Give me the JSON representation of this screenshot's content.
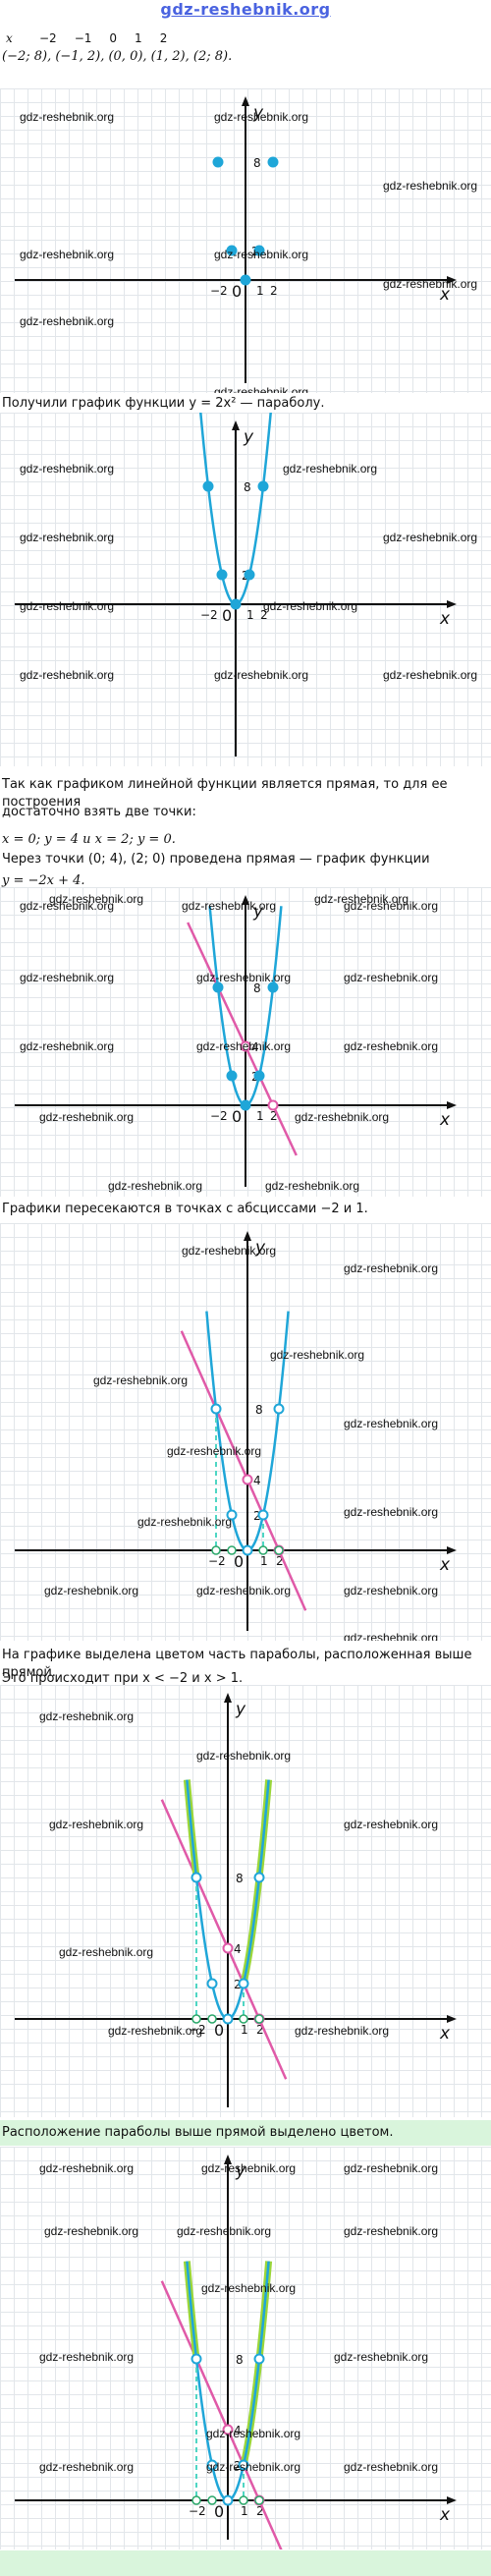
{
  "site": {
    "title": "gdz-reshebnik.org",
    "watermark": "gdz-reshebnik.org"
  },
  "table": {
    "x_label": "x",
    "x_values": [
      "−2",
      "−1",
      "0",
      "1",
      "2"
    ],
    "points": "(−2; 8), (−1, 2), (0, 0), (1, 2), (2; 8)."
  },
  "texts": {
    "parabola": "Получили график функции y = 2x² — параболу.",
    "line_intro_1": "Так как графиком линейной функции является прямая, то для ее построения",
    "line_intro_2": "достаточно взять две точки:",
    "line_points": "x = 0; y = 4 и x = 2; y = 0.",
    "line_through": "Через точки (0; 4), (2; 0) проведена прямая — график функции",
    "line_func": "y = −2x + 4.",
    "intersect": "Графики пересекаются в точках с абсциссами −2 и 1.",
    "highlight_1": "На графике выделена цветом часть параболы, расположенная выше прямой.",
    "highlight_2": "Это происходит при x < −2 и x > 1.",
    "final": "Расположение параболы выше прямой выделено цветом."
  },
  "axis": {
    "x": "x",
    "y": "y",
    "zero": "0",
    "ticks_x": [
      "−2",
      "1",
      "2"
    ],
    "ticks_y": [
      "8",
      "4",
      "2"
    ]
  },
  "colors": {
    "parabola": "#1fa6d8",
    "line": "#e05aa8",
    "highlight": "#9bd63a",
    "dashed": "#4fd6c4",
    "band": "#d9f5dc"
  }
}
